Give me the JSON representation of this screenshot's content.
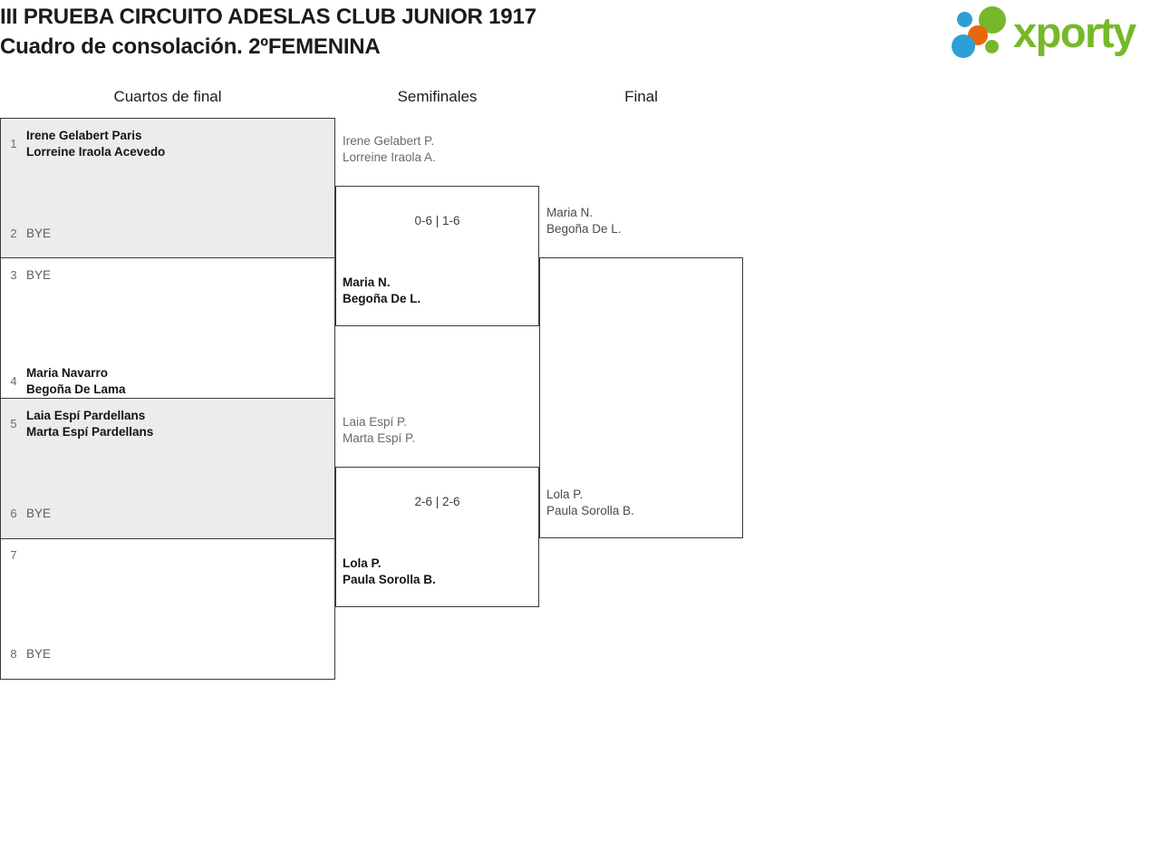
{
  "header": {
    "title_line1": "III PRUEBA CIRCUITO ADESLAS CLUB JUNIOR 1917",
    "title_line2": "Cuadro de consolación. 2ºFEMENINA",
    "logo_text": "xporty",
    "logo_colors": {
      "green": "#76b82a",
      "blue": "#2e9fd6",
      "orange": "#e8660c"
    }
  },
  "rounds": [
    {
      "label": "Cuartos de final"
    },
    {
      "label": "Semifinales"
    },
    {
      "label": "Final"
    }
  ],
  "bye_label": "BYE",
  "round1": {
    "blocks": [
      {
        "shaded": true,
        "top_seed": {
          "number": "1",
          "lines": [
            "Irene Gelabert Paris",
            "Lorreine Iraola Acevedo"
          ],
          "bye": false
        },
        "bottom_seed": {
          "number": "2",
          "lines": [],
          "bye": true
        }
      },
      {
        "shaded": false,
        "top_seed": {
          "number": "3",
          "lines": [],
          "bye": true
        },
        "bottom_seed": {
          "number": "4",
          "lines": [
            "Maria Navarro",
            "Begoña De Lama"
          ],
          "bye": false
        }
      },
      {
        "shaded": true,
        "top_seed": {
          "number": "5",
          "lines": [
            "Laia Espí Pardellans",
            "Marta Espí Pardellans"
          ],
          "bye": false
        },
        "bottom_seed": {
          "number": "6",
          "lines": [],
          "bye": true
        }
      },
      {
        "shaded": false,
        "top_seed": {
          "number": "7",
          "lines": [],
          "bye": false
        },
        "bottom_seed": {
          "number": "8",
          "lines": [],
          "bye": true
        }
      }
    ]
  },
  "semifinals": [
    {
      "score": "0-6 | 1-6",
      "top": {
        "lines": [
          "Irene Gelabert P.",
          "Lorreine Iraola A."
        ],
        "outcome": "loser"
      },
      "bottom": {
        "lines": [
          "Maria N.",
          "Begoña De L."
        ],
        "outcome": "winner"
      }
    },
    {
      "score": "2-6 | 2-6",
      "top": {
        "lines": [
          "Laia Espí P.",
          "Marta Espí P."
        ],
        "outcome": "loser"
      },
      "bottom": {
        "lines": [
          "Lola P.",
          "Paula Sorolla B."
        ],
        "outcome": "winner"
      }
    }
  ],
  "final": {
    "score": "",
    "top": {
      "lines": [
        "Maria N.",
        "Begoña De L."
      ],
      "outcome": "pending"
    },
    "bottom": {
      "lines": [
        "Lola P.",
        "Paula Sorolla B."
      ],
      "outcome": "pending"
    }
  }
}
